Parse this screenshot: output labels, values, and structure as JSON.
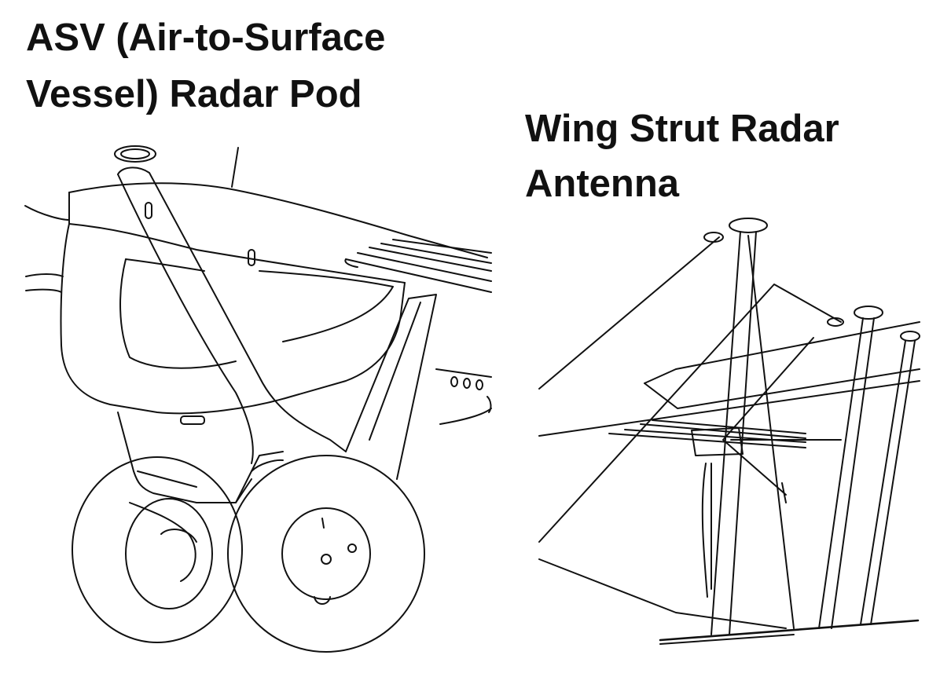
{
  "labels": {
    "asv_title_line1": "ASV (Air-to-Surface",
    "asv_title_line2": "Vessel) Radar Pod",
    "wing_title_line1": "Wing Strut Radar",
    "wing_title_line2": "Antenna"
  },
  "colors": {
    "background": "#ffffff",
    "ink": "#111111"
  }
}
